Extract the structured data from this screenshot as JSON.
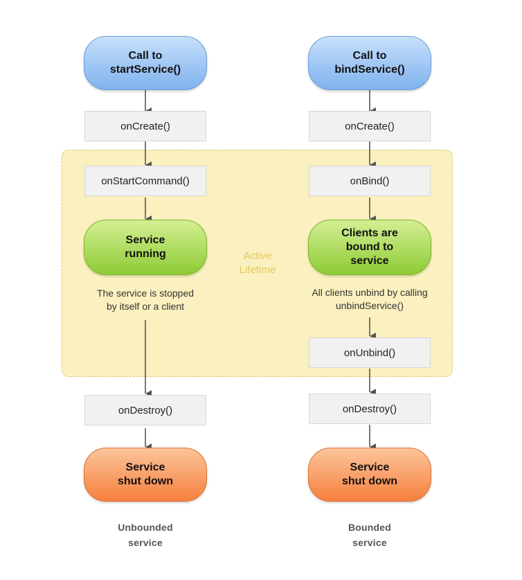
{
  "active_lifetime": {
    "line1": "Active",
    "line2": "Lifetime"
  },
  "unbounded": {
    "start": {
      "line1": "Call to",
      "line2": "startService()"
    },
    "on_create": "onCreate()",
    "on_start_command": "onStartCommand()",
    "running": {
      "line1": "Service",
      "line2": "running"
    },
    "stop_note": {
      "line1": "The service is stopped",
      "line2": "by itself or a client"
    },
    "on_destroy": "onDestroy()",
    "shut_down": {
      "line1": "Service",
      "line2": "shut down"
    },
    "caption": {
      "line1": "Unbounded",
      "line2": "service"
    }
  },
  "bounded": {
    "start": {
      "line1": "Call to",
      "line2": "bindService()"
    },
    "on_create": "onCreate()",
    "on_bind": "onBind()",
    "clients_bound": {
      "line1": "Clients are",
      "line2": "bound to",
      "line3": "service"
    },
    "unbind_note": {
      "line1": "All clients unbind by calling",
      "line2": "unbindService()"
    },
    "on_unbind": "onUnbind()",
    "on_destroy": "onDestroy()",
    "shut_down": {
      "line1": "Service",
      "line2": "shut down"
    },
    "caption": {
      "line1": "Bounded",
      "line2": "service"
    }
  },
  "colors": {
    "start_blue": "#7fb2ee",
    "running_green": "#8ecb35",
    "shutdown_orange": "#f5803e",
    "active_zone": "#fbf0bf",
    "arrow": "#555555"
  }
}
